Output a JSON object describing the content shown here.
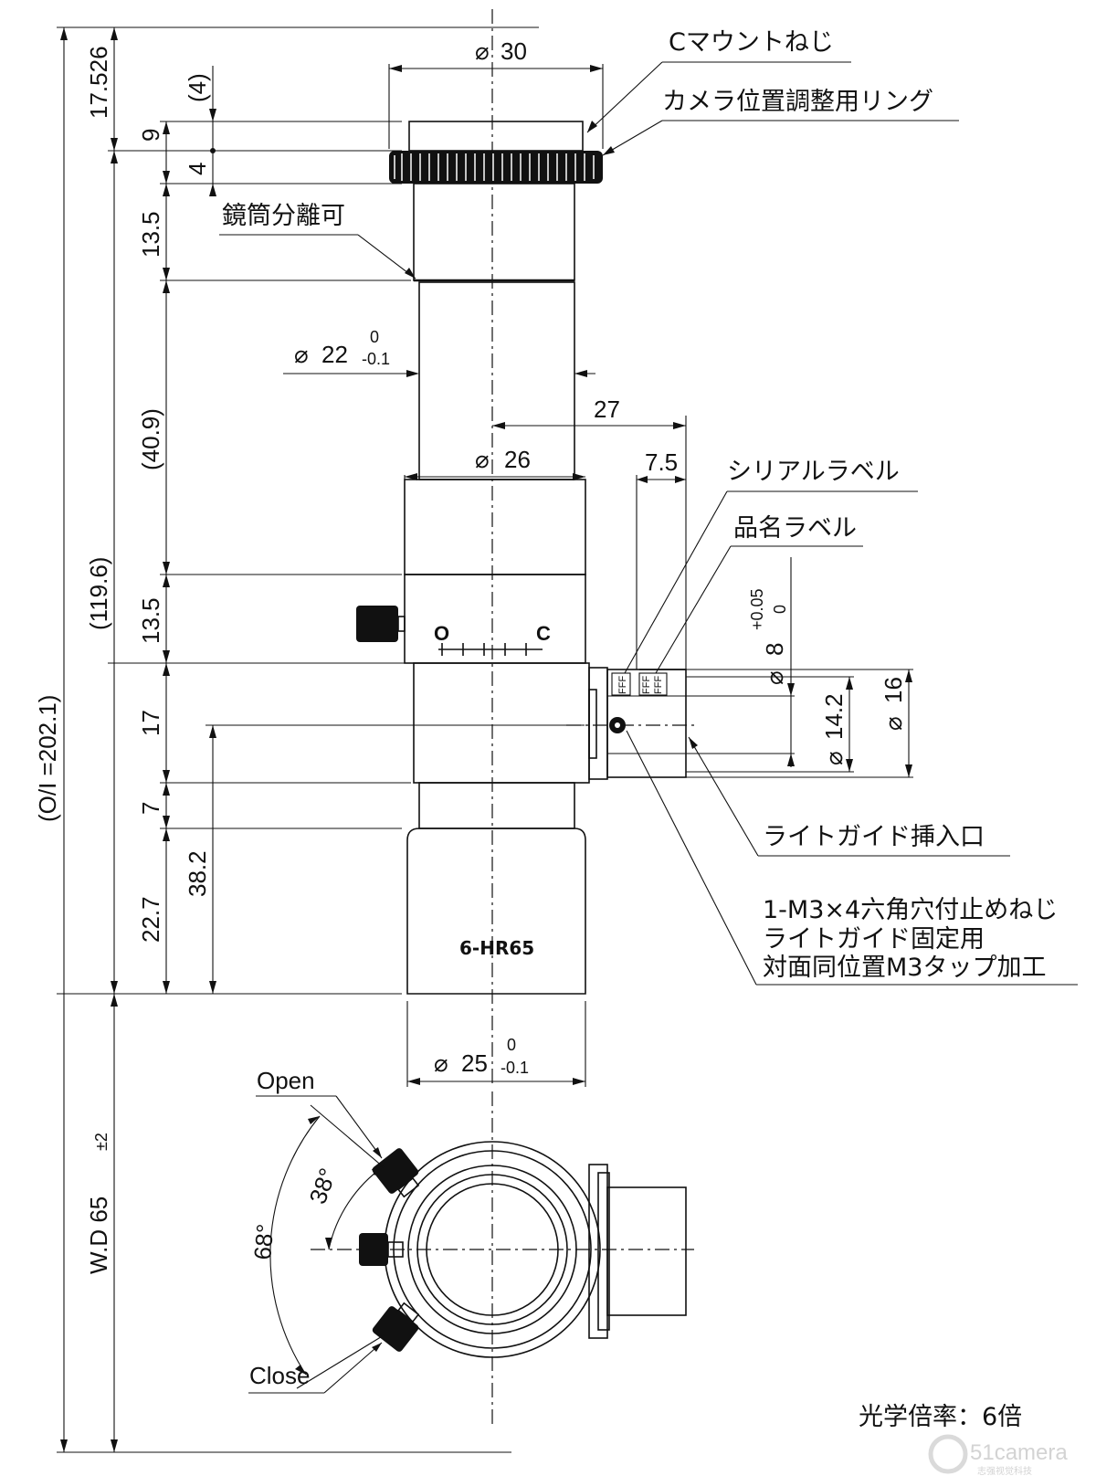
{
  "title": "",
  "labels": {
    "c_mount": "Cマウントねじ",
    "camera_ring": "カメラ位置調整用リング",
    "separable": "鏡筒分離可",
    "serial_label": "シリアルラベル",
    "product_label": "品名ラベル",
    "light_guide_inlet": "ライトガイド挿入口",
    "screw_note_1": "1-M3×4六角穴付止めねじ",
    "screw_note_2": "ライトガイド固定用",
    "screw_note_3": "対面同位置M3タップ加工",
    "magnification": "光学倍率：6倍",
    "model": "6-HR65",
    "open": "Open",
    "close": "Close",
    "scale_o": "O",
    "scale_c": "C",
    "serial_text": "FFF",
    "product_text": "FFF"
  },
  "dimensions": {
    "dia30": "30",
    "dia22": "22",
    "dia22_tol_upper": "0",
    "dia22_tol_lower": "-0.1",
    "d27": "27",
    "dia26": "26",
    "d7_5": "7.5",
    "dia8": "8",
    "dia8_tol_upper": "+0.05",
    "dia8_tol_lower": "0",
    "dia14_2": "14.2",
    "dia16": "16",
    "dia25": "25",
    "dia25_tol_upper": "0",
    "dia25_tol_lower": "-0.1",
    "v17_526": "17.526",
    "v4_top": "(4)",
    "v9": "9",
    "v4": "4",
    "v13_5_a": "13.5",
    "v40_9": "(40.9)",
    "v119_6": "(119.6)",
    "v13_5_b": "13.5",
    "v17": "17",
    "v7": "7",
    "v22_7": "22.7",
    "v38_2": "38.2",
    "oi": "(O/I =202.1)",
    "wd": "W.D 65",
    "wd_tol": "±2",
    "ang38": "38°",
    "ang68": "68°"
  },
  "symbols": {
    "diameter": "⌀"
  },
  "watermark": {
    "brand": "51camera",
    "sub": "志强视觉科技"
  }
}
